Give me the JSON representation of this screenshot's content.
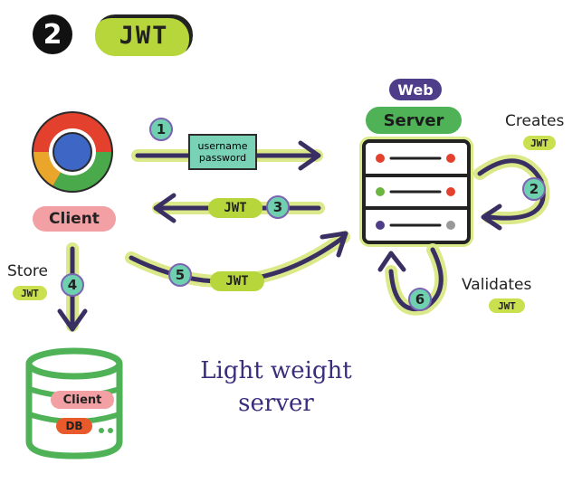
{
  "header": {
    "number": "2",
    "title": "JWT"
  },
  "client": {
    "label": "Client"
  },
  "server": {
    "web_label": "Web",
    "server_label": "Server"
  },
  "credentials": {
    "line1": "username",
    "line2": "password"
  },
  "steps": [
    "1",
    "2",
    "3",
    "4",
    "5",
    "6"
  ],
  "tokens": {
    "jwt": "JWT"
  },
  "notes": {
    "creates": "Creates",
    "store": "Store",
    "validates": "Validates"
  },
  "database": {
    "client_label": "Client",
    "db_label": "DB"
  },
  "caption": {
    "line1": "Light weight",
    "line2": "server"
  },
  "colors": {
    "jwt_green": "#b6d63c",
    "step_teal": "#6fd0b0",
    "client_pink": "#f2a0a4",
    "server_green": "#4fb257",
    "web_purple": "#4e3d88",
    "arrow_dark": "#3a2f63",
    "db_green": "#4fb257"
  }
}
